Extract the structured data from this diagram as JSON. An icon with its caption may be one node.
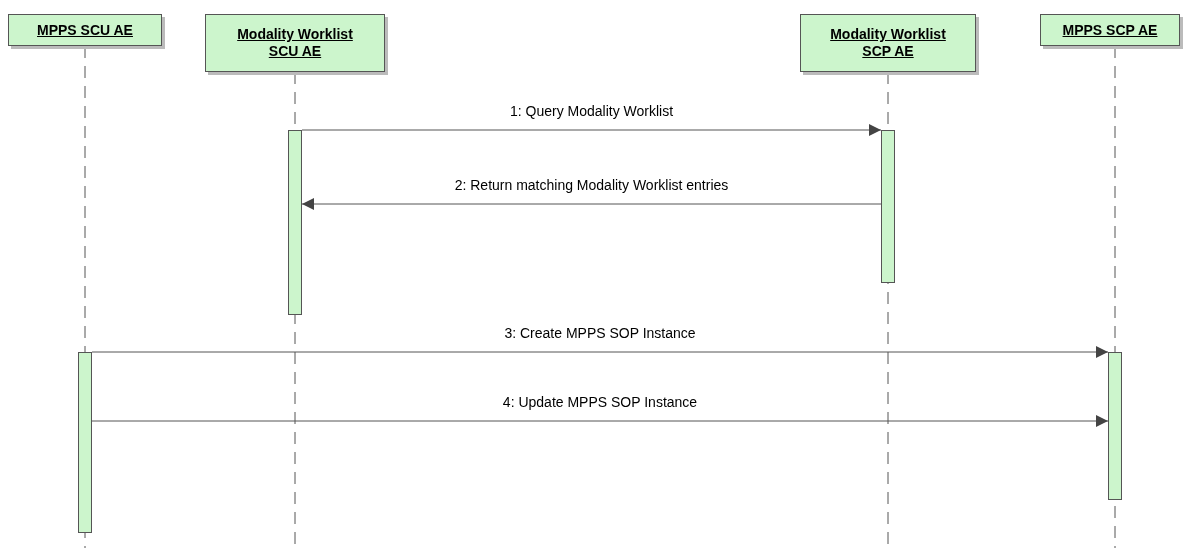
{
  "diagram": {
    "nodes": [
      {
        "text": [
          "MPPS SCU AE"
        ]
      },
      {
        "text": [
          "Modality Worklist SCU AE"
        ]
      },
      {
        "text": [
          "Modality Worklist SCP AE"
        ]
      },
      {
        "text": [
          "MPPS SCP AE"
        ]
      },
      {
        "text": [],
        "shape": "bar"
      },
      {
        "text": [],
        "shape": "bar"
      },
      {
        "text": [],
        "shape": "bar"
      },
      {
        "text": [],
        "shape": "bar"
      }
    ],
    "edges": [
      {
        "from": 4,
        "to": 5,
        "arrow": "to",
        "label": "1: Query Modality Worklist"
      },
      {
        "from": 5,
        "to": 4,
        "arrow": "to",
        "label": "2: Return matching Modality Worklist entries"
      },
      {
        "from": 6,
        "to": 7,
        "arrow": "to",
        "label": "3: Create MPPS SOP Instance"
      },
      {
        "from": 6,
        "to": 7,
        "arrow": "to",
        "label": "4: Update MPPS SOP Instance"
      }
    ]
  }
}
